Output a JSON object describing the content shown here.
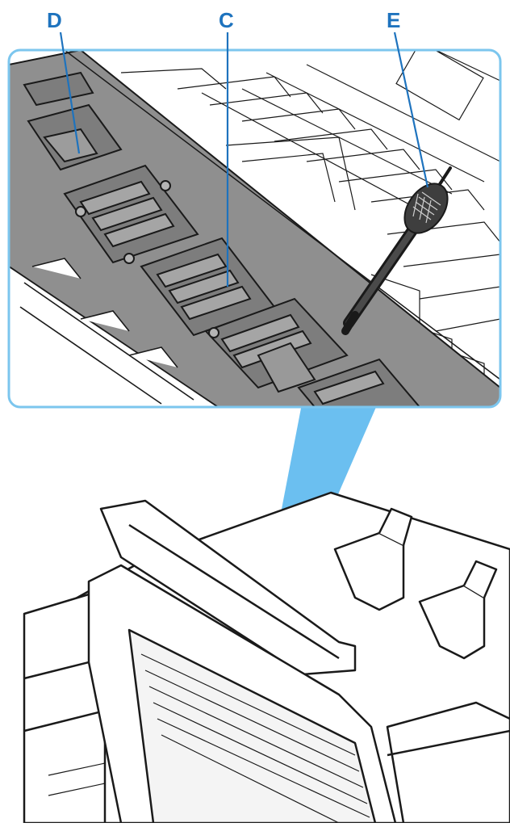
{
  "callouts": {
    "d": "D",
    "c": "C",
    "e": "E"
  },
  "colors": {
    "accent": "#1e73be",
    "zoom_beam": "#5bb8ee",
    "frame_border": "#7cc6ee",
    "tray": "#8f8f8f",
    "line": "#1a1a1a"
  },
  "icons": {
    "cleaning_tool": "spoon-brush-icon",
    "printer": "large-format-printer-illustration"
  }
}
